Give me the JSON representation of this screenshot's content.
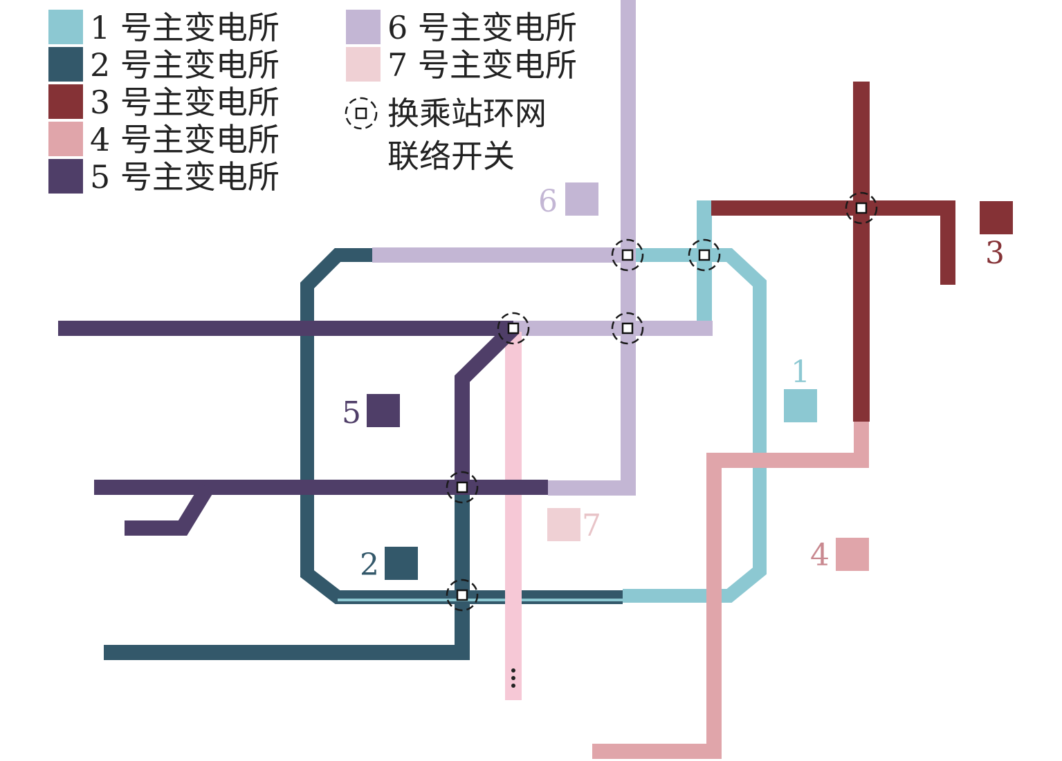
{
  "legend": {
    "items": [
      {
        "label": "1 号主变电所",
        "color": "#8cc8d2"
      },
      {
        "label": "2 号主变电所",
        "color": "#33586a"
      },
      {
        "label": "3 号主变电所",
        "color": "#853236"
      },
      {
        "label": "4 号主变电所",
        "color": "#e0a5aa"
      },
      {
        "label": "5 号主变电所",
        "color": "#4f3e68"
      },
      {
        "label": "6 号主变电所",
        "color": "#c3b6d4"
      },
      {
        "label": "7 号主变电所",
        "color": "#efd0d4"
      }
    ],
    "switch_label_line1": "换乘站环网",
    "switch_label_line2": "联络开关"
  },
  "substations": [
    {
      "label": "1",
      "color": "#8cc8d2"
    },
    {
      "label": "2",
      "color": "#33586a"
    },
    {
      "label": "3",
      "color": "#853236"
    },
    {
      "label": "4",
      "color": "#e0a5aa"
    },
    {
      "label": "5",
      "color": "#4f3e68"
    },
    {
      "label": "6",
      "color": "#c3b6d4"
    },
    {
      "label": "7",
      "color": "#efd0d4"
    }
  ],
  "line_colors": {
    "line_7": "#f6c8d6",
    "label_1": "#8cc8d2",
    "label_2": "#33586a",
    "label_3": "#853236",
    "label_4": "#c98990",
    "label_5": "#4f3e68",
    "label_6": "#c3b6d4",
    "label_7": "#e8c4c8"
  },
  "continuation_icon": "vertical-ellipsis-icon"
}
